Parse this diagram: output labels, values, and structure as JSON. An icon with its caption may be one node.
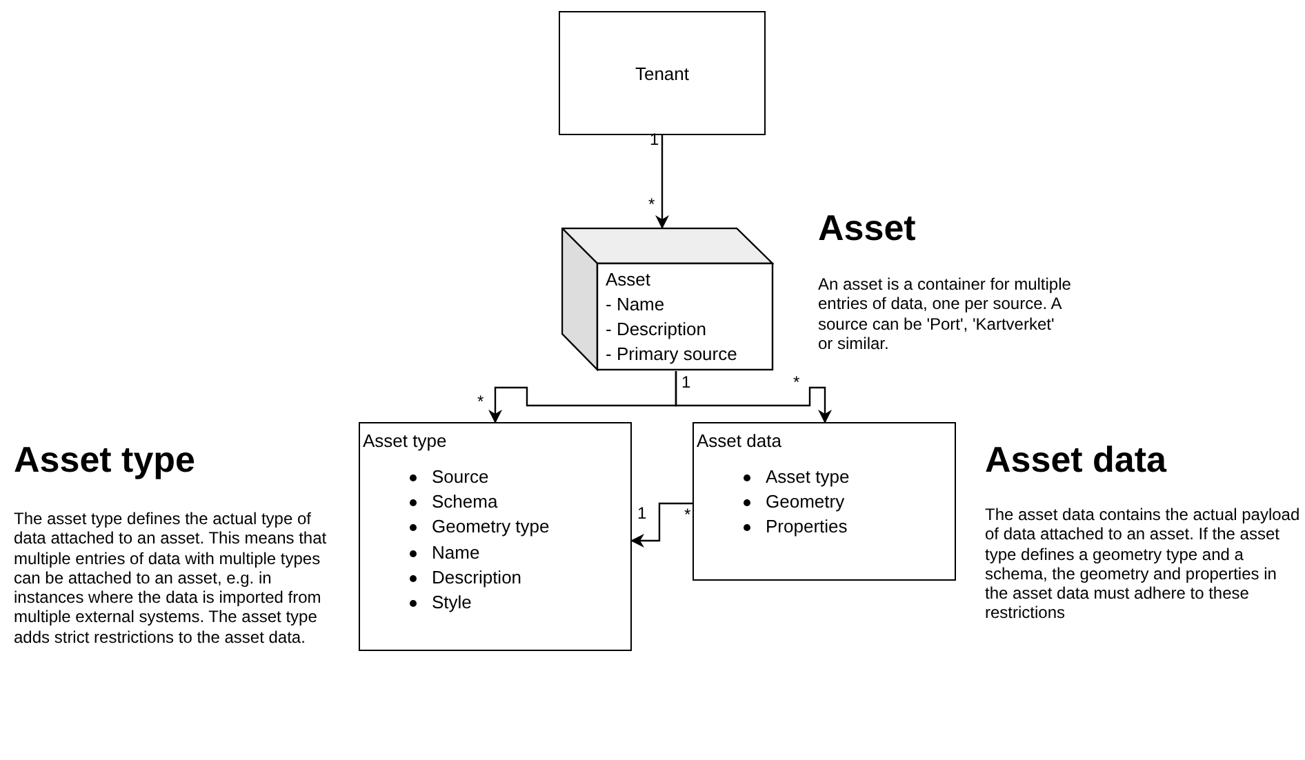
{
  "diagram": {
    "nodes": [
      {
        "text": [
          "Tenant"
        ]
      },
      {
        "text": [
          "Asset",
          "- Name",
          "- Description",
          "- Primary source"
        ]
      },
      {
        "text": [
          "Asset type",
          "Source",
          "Schema",
          "Geometry type",
          "Name",
          "Description",
          "Style"
        ]
      },
      {
        "text": [
          "Asset data",
          "Asset type",
          "Geometry",
          "Properties"
        ]
      }
    ],
    "edges": [
      {
        "from": 0,
        "to": 1,
        "arrow": "to"
      },
      {
        "from": 1,
        "to": 2,
        "arrow": "to"
      },
      {
        "from": 1,
        "to": 3,
        "arrow": "to"
      },
      {
        "from": 3,
        "to": 2,
        "arrow": "to"
      }
    ],
    "labels": [
      "1",
      "*",
      "Asset",
      "An asset is a container for multiple entries of data, one per source. A source can be 'Port', 'Kartverket' or similar.",
      "1",
      "*",
      "*",
      "Asset type",
      "The asset type defines the actual type of data attached to an asset. This means that multiple entries of data with multiple types can be attached to an asset, e.g. in instances where the data is imported from multiple external systems. The asset type adds strict restrictions to the asset data.",
      "1",
      "*",
      "Asset data",
      "The asset data contains the actual payload of data attached to an asset. If the asset type defines a geometry type and a schema, the geometry and properties in the asset data must adhere to these restrictions"
    ]
  }
}
